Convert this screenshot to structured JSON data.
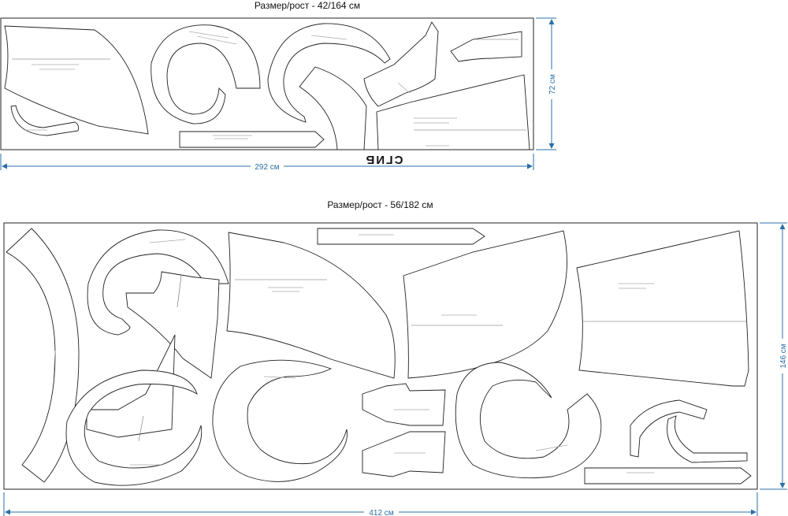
{
  "layouts": [
    {
      "title": "Размер/рост - 42/164 см",
      "width_label": "292 см",
      "height_label": "72 см",
      "fold_label": "СГИБ"
    },
    {
      "title": "Размер/рост - 56/182 см",
      "width_label": "412 см",
      "height_label": "146 см"
    }
  ],
  "colors": {
    "dimension": "#2a6fa8",
    "outline": "#222222"
  }
}
